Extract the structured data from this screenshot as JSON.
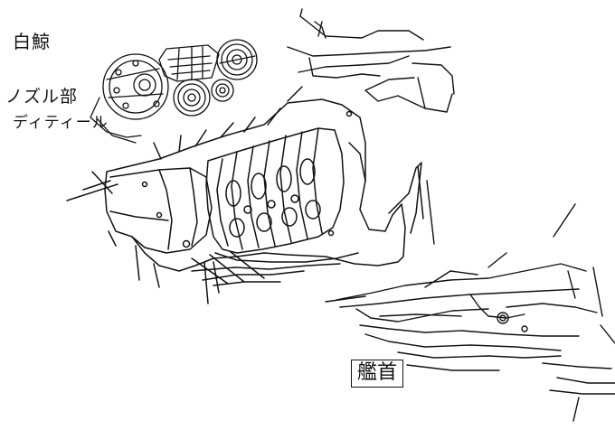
{
  "sketch": {
    "labels": {
      "title": "白鯨",
      "nozzle": "ノズル部",
      "detail": "ディティール",
      "bow": "艦首"
    },
    "ink_color": "#111111",
    "paper_color": "#ffffff"
  }
}
